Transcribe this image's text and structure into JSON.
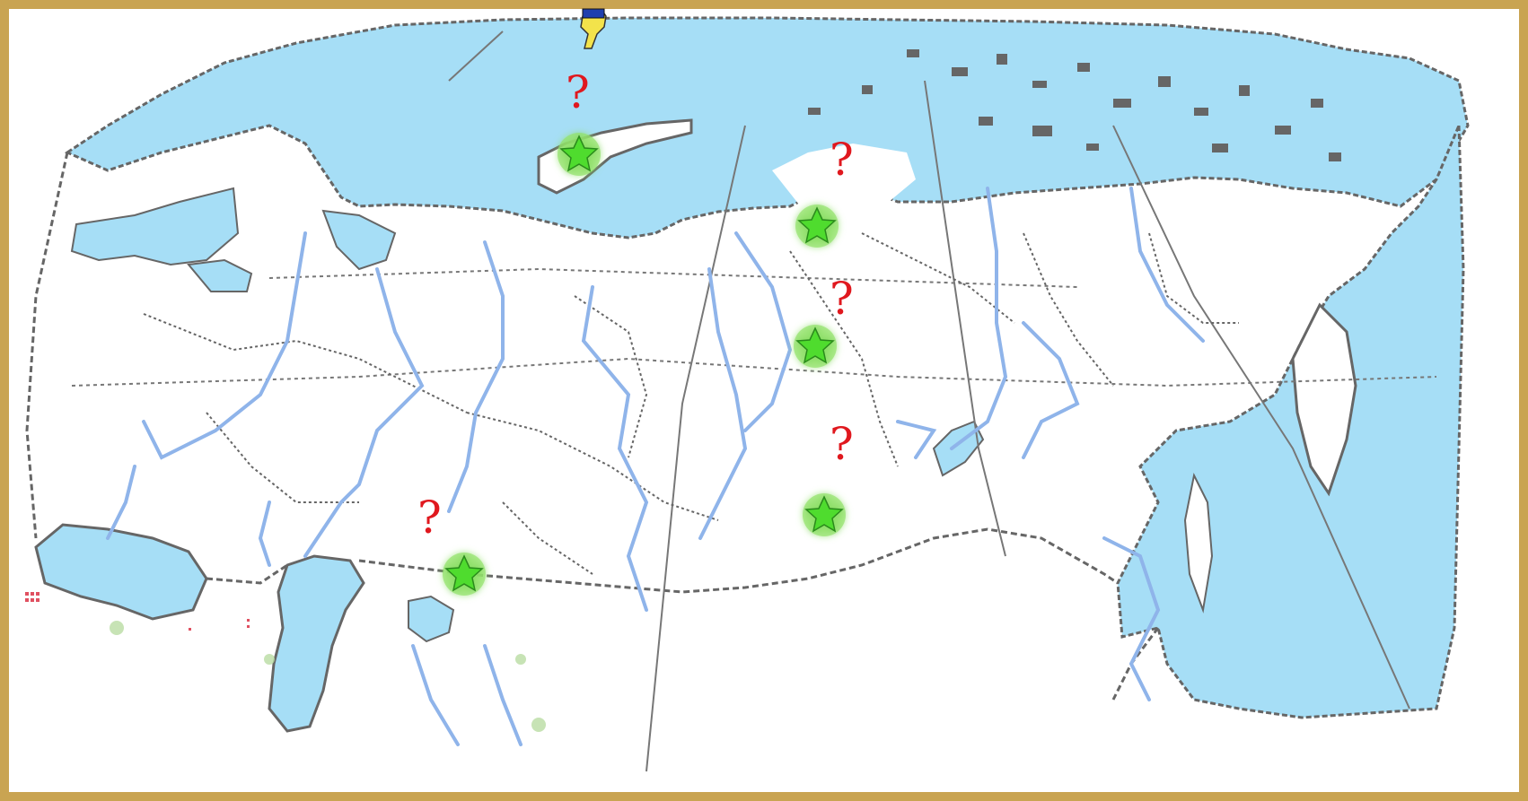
{
  "map": {
    "type": "contour-map",
    "colors": {
      "frame": "#c9a452",
      "land": "#ffffff",
      "water": "#a6def6",
      "rivers": "#8fb4ea",
      "borders": "#666666",
      "marker": "#4fdc2e",
      "marker_glow": "#93e36b",
      "question": "#e0181e"
    },
    "questions": [
      {
        "id": "q1",
        "label": "?"
      },
      {
        "id": "q2",
        "label": "?"
      },
      {
        "id": "q3",
        "label": "?"
      },
      {
        "id": "q4",
        "label": "?"
      },
      {
        "id": "q5",
        "label": "?"
      }
    ],
    "markers": [
      {
        "id": "m1",
        "icon": "green-star-icon"
      },
      {
        "id": "m2",
        "icon": "green-star-icon"
      },
      {
        "id": "m3",
        "icon": "green-star-icon"
      },
      {
        "id": "m4",
        "icon": "green-star-icon"
      },
      {
        "id": "m5",
        "icon": "green-star-icon"
      }
    ],
    "cursor": {
      "icon": "hand-pointer-icon"
    }
  }
}
